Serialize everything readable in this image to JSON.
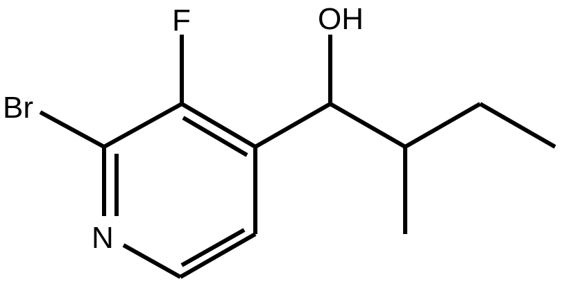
{
  "molecule": {
    "atoms": {
      "hydroxyl": "OH",
      "fluorine": "F",
      "bromine": "Br",
      "nitrogen": "N"
    },
    "colors": {
      "bond": "#000000",
      "label": "#000000",
      "background": "#ffffff"
    }
  }
}
